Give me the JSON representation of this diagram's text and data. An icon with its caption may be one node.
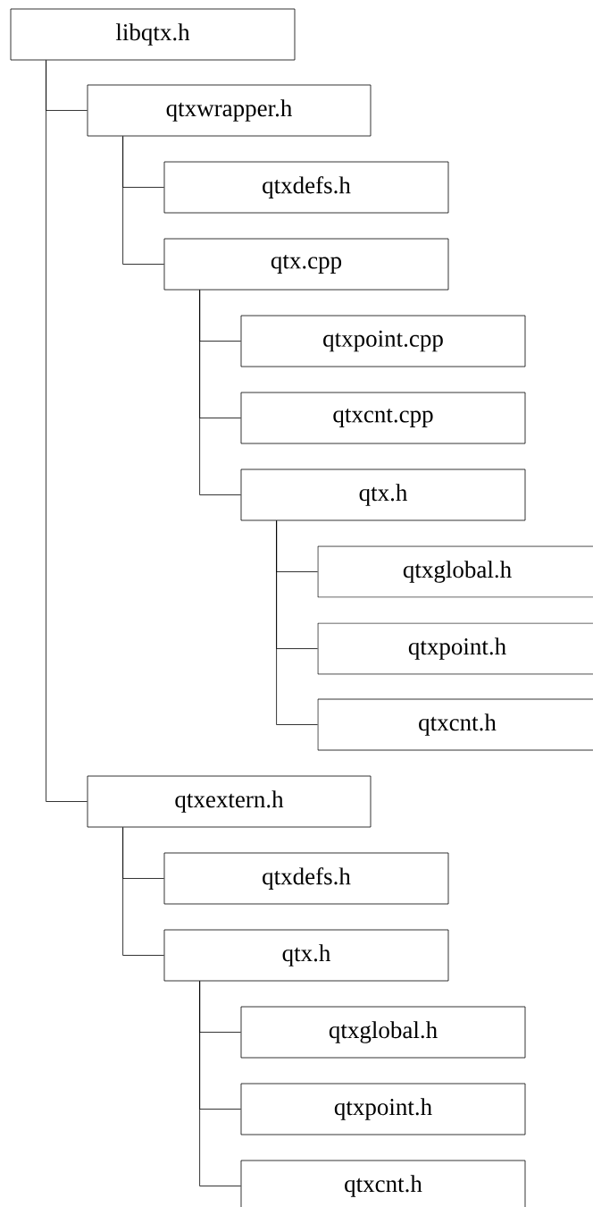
{
  "diagram": {
    "nodes": [
      {
        "text": [
          "libqtx.h"
        ]
      },
      {
        "text": [
          "qtxwrapper.h"
        ]
      },
      {
        "text": [
          "qtxdefs.h"
        ]
      },
      {
        "text": [
          "qtx.cpp"
        ]
      },
      {
        "text": [
          "qtxpoint.cpp"
        ]
      },
      {
        "text": [
          "qtxcnt.cpp"
        ]
      },
      {
        "text": [
          "qtx.h"
        ]
      },
      {
        "text": [
          "qtxglobal.h"
        ]
      },
      {
        "text": [
          "qtxpoint.h"
        ]
      },
      {
        "text": [
          "qtxcnt.h"
        ]
      },
      {
        "text": [
          "qtxextern.h"
        ]
      },
      {
        "text": [
          "qtxdefs.h"
        ]
      },
      {
        "text": [
          "qtx.h"
        ]
      },
      {
        "text": [
          "qtxglobal.h"
        ]
      },
      {
        "text": [
          "qtxpoint.h"
        ]
      },
      {
        "text": [
          "qtxcnt.h"
        ]
      }
    ],
    "edges": [
      {
        "from": 0,
        "to": 1,
        "arrow": "none"
      },
      {
        "from": 1,
        "to": 2,
        "arrow": "none"
      },
      {
        "from": 1,
        "to": 3,
        "arrow": "none"
      },
      {
        "from": 3,
        "to": 4,
        "arrow": "none"
      },
      {
        "from": 3,
        "to": 5,
        "arrow": "none"
      },
      {
        "from": 3,
        "to": 6,
        "arrow": "none"
      },
      {
        "from": 6,
        "to": 7,
        "arrow": "none"
      },
      {
        "from": 6,
        "to": 8,
        "arrow": "none"
      },
      {
        "from": 6,
        "to": 9,
        "arrow": "none"
      },
      {
        "from": 0,
        "to": 10,
        "arrow": "none"
      },
      {
        "from": 10,
        "to": 11,
        "arrow": "none"
      },
      {
        "from": 10,
        "to": 12,
        "arrow": "none"
      },
      {
        "from": 12,
        "to": 13,
        "arrow": "none"
      },
      {
        "from": 12,
        "to": 14,
        "arrow": "none"
      },
      {
        "from": 12,
        "to": 15,
        "arrow": "none"
      }
    ]
  }
}
